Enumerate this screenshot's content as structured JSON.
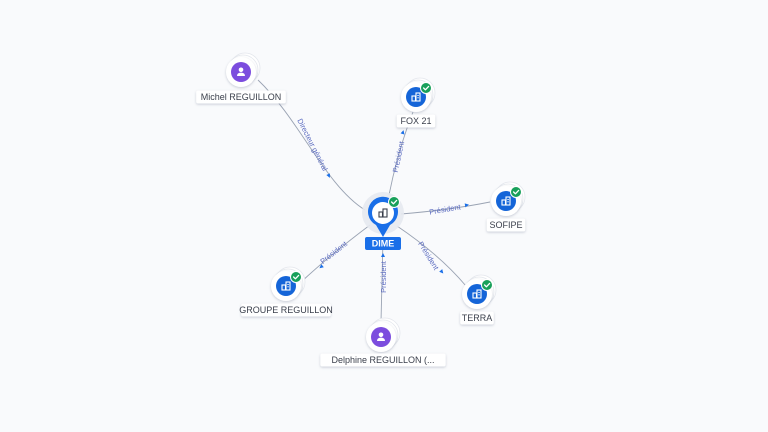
{
  "center": {
    "name": "DIME",
    "verified": true
  },
  "nodes": [
    {
      "id": "michel",
      "name": "Michel REGUILLON",
      "kind": "person",
      "verified": false
    },
    {
      "id": "fox21",
      "name": "FOX 21",
      "kind": "company",
      "verified": true
    },
    {
      "id": "sofipe",
      "name": "SOFIPE",
      "kind": "company",
      "verified": true
    },
    {
      "id": "terra",
      "name": "TERRA",
      "kind": "company",
      "verified": true
    },
    {
      "id": "delphine",
      "name": "Delphine REGUILLON (...",
      "kind": "person",
      "verified": false
    },
    {
      "id": "groupe",
      "name": "GROUPE REGUILLON",
      "kind": "company",
      "verified": true
    }
  ],
  "edges": [
    {
      "from": "michel",
      "label": "Directeur général"
    },
    {
      "from": "fox21",
      "label": "Président"
    },
    {
      "from": "sofipe",
      "label": "Président"
    },
    {
      "from": "terra",
      "label": "Président"
    },
    {
      "from": "delphine",
      "label": "Président"
    },
    {
      "from": "groupe",
      "label": "Président"
    }
  ],
  "colors": {
    "company": "#1565d8",
    "person": "#7c4dde",
    "verified": "#18a05a",
    "edge": "#9aa3b3",
    "center_badge": "#1a6fe8"
  }
}
